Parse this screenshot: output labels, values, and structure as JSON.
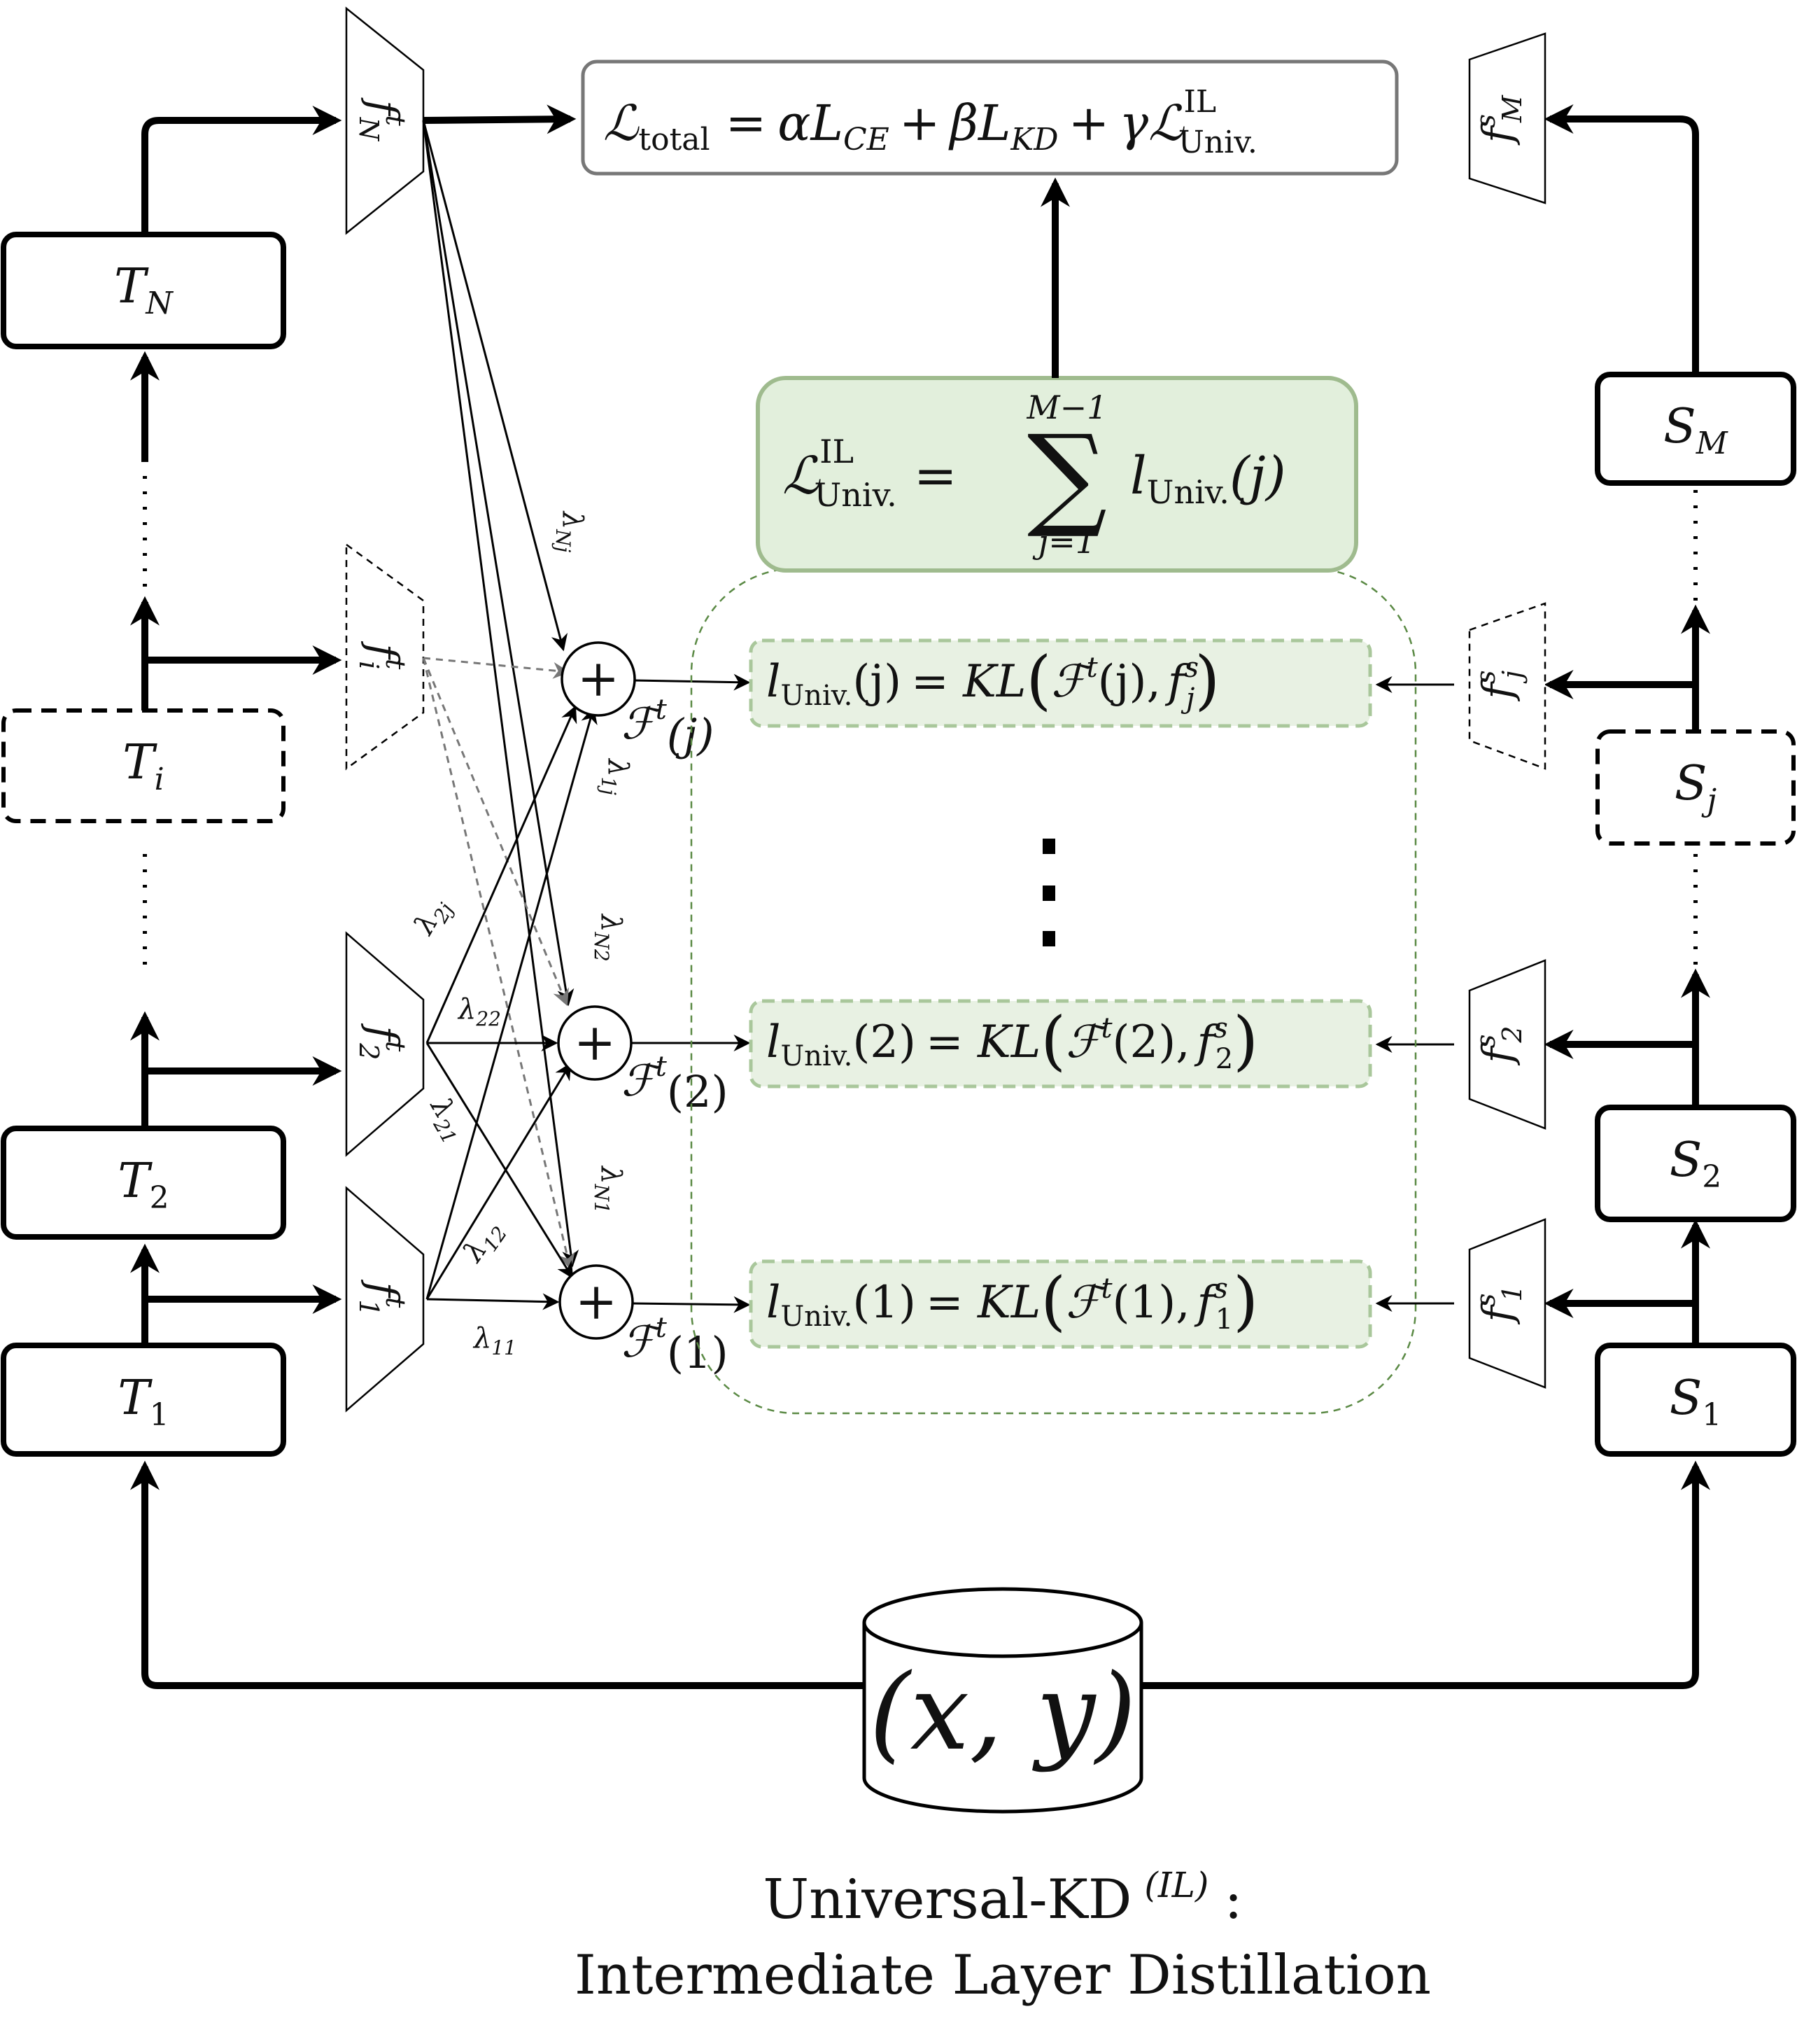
{
  "teachers": {
    "t_n": {
      "base": "T",
      "sub": "N"
    },
    "t_i": {
      "base": "T",
      "sub": "i"
    },
    "t_2": {
      "base": "T",
      "sub": "2"
    },
    "t_1": {
      "base": "T",
      "sub": "1"
    }
  },
  "students": {
    "s_m": {
      "base": "S",
      "sub": "M"
    },
    "s_j": {
      "base": "S",
      "sub": "j"
    },
    "s_2": {
      "base": "S",
      "sub": "2"
    },
    "s_1": {
      "base": "S",
      "sub": "1"
    }
  },
  "teacher_heads": {
    "f_n": {
      "base": "f",
      "sup": "t",
      "sub": "N"
    },
    "f_i": {
      "base": "f",
      "sup": "t",
      "sub": "i"
    },
    "f_2": {
      "base": "f",
      "sup": "t",
      "sub": "2"
    },
    "f_1": {
      "base": "f",
      "sup": "t",
      "sub": "1"
    }
  },
  "student_heads": {
    "f_m": {
      "base": "f",
      "sup": "s",
      "sub": "M"
    },
    "f_j": {
      "base": "f",
      "sup": "s",
      "sub": "j"
    },
    "f_2": {
      "base": "f",
      "sup": "s",
      "sub": "2"
    },
    "f_1": {
      "base": "f",
      "sup": "s",
      "sub": "1"
    }
  },
  "weights": {
    "nj": {
      "base": "λ",
      "sub": "Nj"
    },
    "1j": {
      "base": "λ",
      "sub": "1j"
    },
    "2j": {
      "base": "λ",
      "sub": "2j"
    },
    "22": {
      "base": "λ",
      "sub": "22"
    },
    "n2": {
      "base": "λ",
      "sub": "N2"
    },
    "21": {
      "base": "λ",
      "sub": "21"
    },
    "n1": {
      "base": "λ",
      "sub": "N1"
    },
    "12": {
      "base": "λ",
      "sub": "12"
    },
    "11": {
      "base": "λ",
      "sub": "11"
    }
  },
  "sum_symbol": "+",
  "fused": {
    "j": {
      "base": "ℱ",
      "sup": "t",
      "arg": "(j)"
    },
    "2": {
      "base": "ℱ",
      "sup": "t",
      "arg": "(2)"
    },
    "1": {
      "base": "ℱ",
      "sup": "t",
      "arg": "(1)"
    }
  },
  "loss_total": {
    "lhs": "ℒ",
    "lhs_sub": "total",
    "eq": "=",
    "alpha": "α",
    "l_ce": "L",
    "ce_sub": "CE",
    "plus1": "+",
    "beta": "β",
    "l_kd": "L",
    "kd_sub": "KD",
    "plus2": "+",
    "gamma": "γ",
    "l_univ": "ℒ",
    "univ_sup": "IL",
    "univ_sub": "Univ."
  },
  "loss_univ": {
    "lhs": "ℒ",
    "lhs_sup": "IL",
    "lhs_sub": "Univ.",
    "eq": "=",
    "sigma": "∑",
    "upper": "M−1",
    "lower": "j=1",
    "term": "l",
    "term_sub": "Univ.",
    "term_arg": "(j)"
  },
  "layer_losses": {
    "j": {
      "l": "l",
      "l_sub": "Univ.",
      "arg": "(j)",
      "eq": "= KL",
      "fb": "ℱ",
      "fsup": "t",
      "farg": "(j),",
      "s": "f",
      "s_sup": "s",
      "s_sub": "j"
    },
    "2": {
      "l": "l",
      "l_sub": "Univ.",
      "arg": "(2)",
      "eq": "= KL",
      "fb": "ℱ",
      "fsup": "t",
      "farg": "(2),",
      "s": "f",
      "s_sup": "s",
      "s_sub": "2"
    },
    "1": {
      "l": "l",
      "l_sub": "Univ.",
      "arg": "(1)",
      "eq": "= KL",
      "fb": "ℱ",
      "fsup": "t",
      "farg": "(1),",
      "s": "f",
      "s_sup": "s",
      "s_sub": "1"
    }
  },
  "data_node": "(x, y)",
  "caption": {
    "line1": "Universal-KD",
    "line1_sup": "(IL)",
    "line1_colon": ":",
    "line2": "Intermediate Layer Distillation"
  }
}
